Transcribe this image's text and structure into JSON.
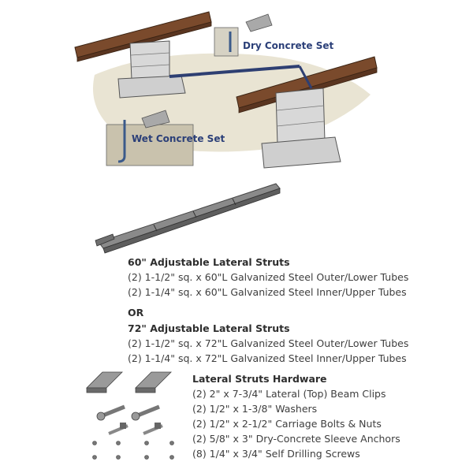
{
  "callouts": {
    "dry": "Dry Concrete Set",
    "wet": "Wet Concrete Set"
  },
  "kit60": {
    "title": "60\" Adjustable Lateral Struts",
    "lines": [
      "(2) 1-1/2\" sq. x 60\"L Galvanized Steel Outer/Lower Tubes",
      "(2) 1-1/4\" sq. x 60\"L Galvanized Steel Inner/Upper Tubes"
    ]
  },
  "or_label": "OR",
  "kit72": {
    "title": "72\" Adjustable Lateral Struts",
    "lines": [
      "(2) 1-1/2\" sq. x 72\"L Galvanized Steel Outer/Lower Tubes",
      "(2) 1-1/4\" sq. x 72\"L Galvanized Steel Inner/Upper Tubes"
    ]
  },
  "hardware": {
    "title": "Lateral Struts Hardware",
    "lines": [
      "(2) 2\" x 7-3/4\" Lateral (Top) Beam Clips",
      "(2) 1/2\" x 1-3/8\" Washers",
      "(2) 1/2\" x 2-1/2\" Carriage Bolts & Nuts",
      "(2) 5/8\" x 3\" Dry-Concrete Sleeve Anchors",
      "(8) 1/4\" x 3/4\" Self Drilling Screws"
    ]
  }
}
